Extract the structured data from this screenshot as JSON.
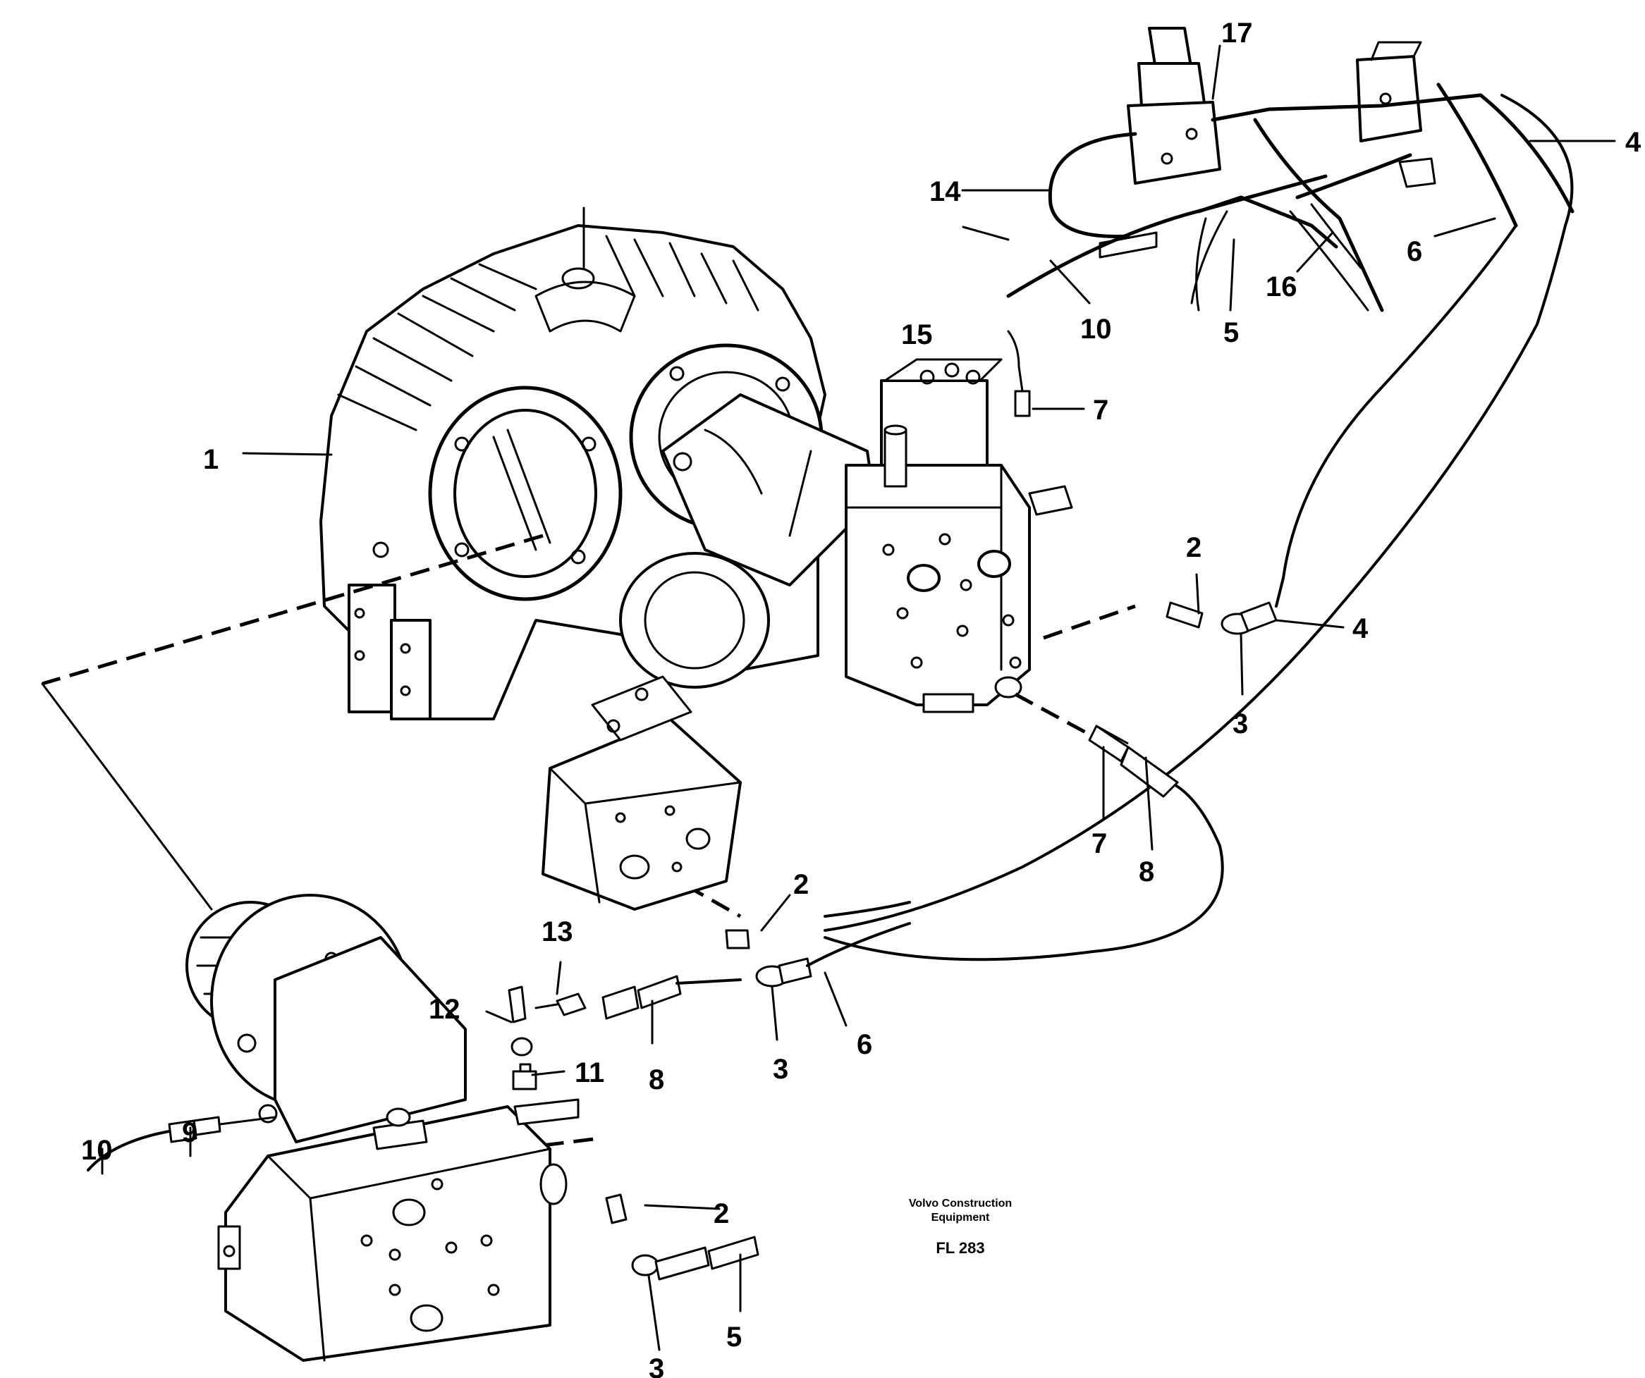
{
  "diagram": {
    "callouts": [
      "1",
      "2",
      "3",
      "4",
      "5",
      "6",
      "7",
      "8",
      "9",
      "10",
      "11",
      "12",
      "13",
      "14",
      "15",
      "16",
      "17"
    ],
    "credit_line1": "Volvo Construction",
    "credit_line2": "Equipment",
    "figure_code": "FL 283"
  }
}
